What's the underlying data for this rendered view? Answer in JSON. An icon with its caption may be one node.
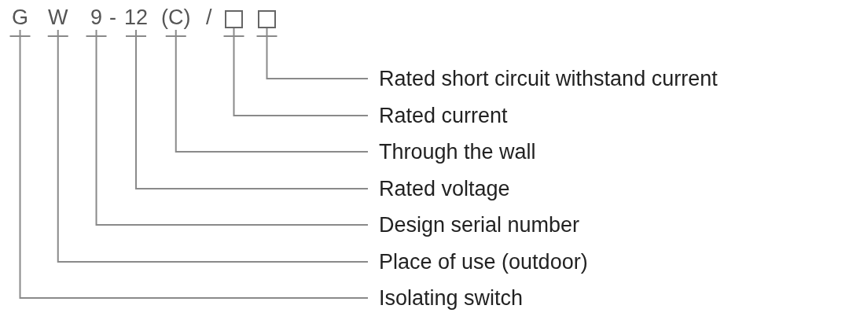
{
  "diagram": {
    "nodes": [
      {
        "text": [
          "G"
        ]
      },
      {
        "text": [
          "W"
        ]
      },
      {
        "text": [
          "9"
        ]
      },
      {
        "text": [
          "12"
        ]
      },
      {
        "text": [
          "(C)"
        ]
      },
      {
        "text": [],
        "shape": "box"
      },
      {
        "text": [],
        "shape": "box"
      },
      {
        "text": [
          "Rated short circuit withstand current"
        ]
      },
      {
        "text": [
          "Rated current"
        ]
      },
      {
        "text": [
          "Through the wall"
        ]
      },
      {
        "text": [
          "Rated voltage"
        ]
      },
      {
        "text": [
          "Design serial number"
        ]
      },
      {
        "text": [
          "Place of use (outdoor)"
        ]
      },
      {
        "text": [
          "Isolating switch"
        ]
      }
    ],
    "edges": [
      {
        "from": 6,
        "to": 7,
        "arrow": "none"
      },
      {
        "from": 5,
        "to": 8,
        "arrow": "none"
      },
      {
        "from": 4,
        "to": 9,
        "arrow": "none"
      },
      {
        "from": 3,
        "to": 10,
        "arrow": "none"
      },
      {
        "from": 2,
        "to": 11,
        "arrow": "none"
      },
      {
        "from": 1,
        "to": 12,
        "arrow": "none"
      },
      {
        "from": 0,
        "to": 13,
        "arrow": "none"
      }
    ],
    "labels": [
      "-",
      "/"
    ]
  }
}
